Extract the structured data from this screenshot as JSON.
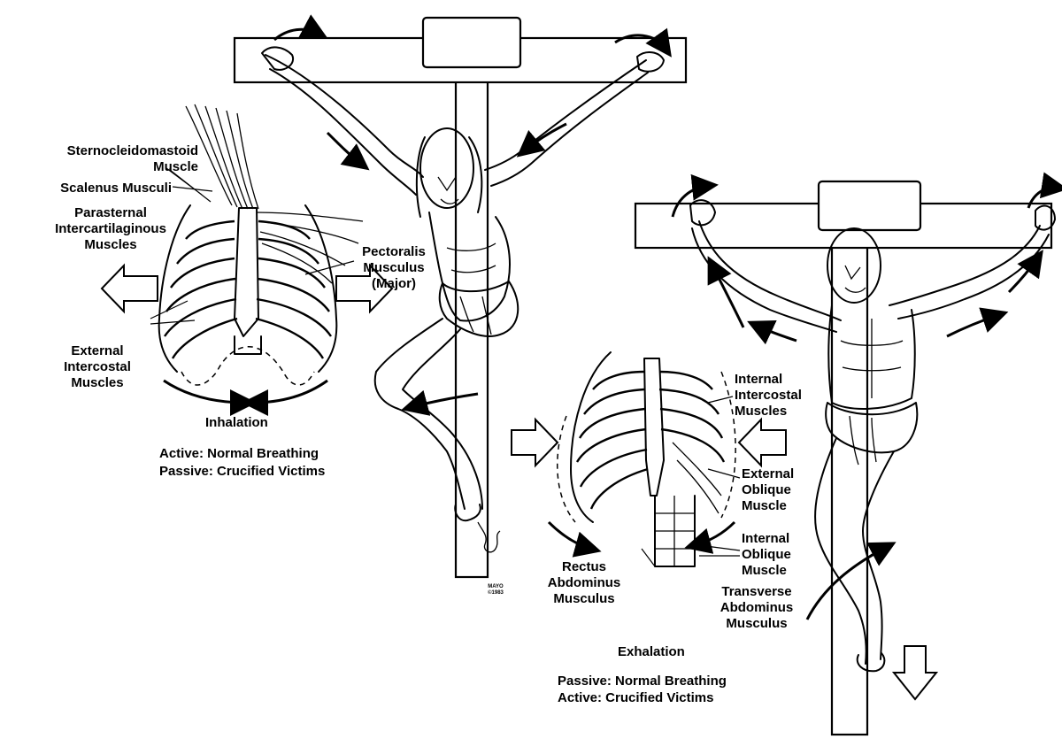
{
  "labels": {
    "sternocleidomastoid": "Sternocleidomastoid\nMuscle",
    "scalenus": "Scalenus Musculi",
    "parasternal": "Parasternal\nIntercartilaginous\nMuscles",
    "external_intercostal": "External\nIntercostal\nMuscles",
    "pectoralis": "Pectoralis\nMusculus\n(Major)",
    "internal_intercostal": "Internal\nIntercostal\nMuscles",
    "external_oblique": "External\nOblique\nMuscle",
    "internal_oblique": "Internal\nOblique\nMuscle",
    "transverse": "Transverse\nAbdominus\nMusculus",
    "rectus": "Rectus\nAbdominus\nMusculus"
  },
  "inhalation": {
    "title": "Inhalation",
    "line1": "Active: Normal Breathing",
    "line2": "Passive: Crucified Victims"
  },
  "exhalation": {
    "title": "Exhalation",
    "line1": "Passive: Normal Breathing",
    "line2": "Active: Crucified Victims"
  },
  "signature": {
    "line1": "MAYO",
    "line2": "©1983"
  }
}
